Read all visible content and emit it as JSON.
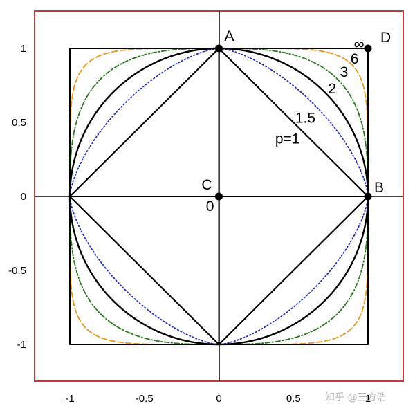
{
  "chart_data": {
    "type": "line",
    "title": "",
    "xlabel": "",
    "ylabel": "",
    "xlim": [
      -1,
      1
    ],
    "ylim": [
      -1,
      1
    ],
    "x_ticks": [
      -1,
      -0.5,
      0,
      0.5,
      1
    ],
    "y_ticks": [
      1,
      0.5,
      0,
      -0.5,
      -1
    ],
    "x_tick_labels": [
      "-1",
      "-0.5",
      "0",
      "0.5",
      "1"
    ],
    "y_tick_labels": [
      "1",
      "0.5",
      "0",
      "-0.5",
      "-1"
    ],
    "grid": false,
    "frame_color": "#c8373b",
    "series": [
      {
        "p": 1,
        "label": "p=1",
        "color": "#000000",
        "style": "solid",
        "label_anchor": [
          0.46,
          0.39
        ]
      },
      {
        "p": 1.5,
        "label": "1.5",
        "color": "#1f2fbf",
        "style": "dotted",
        "label_anchor": [
          0.58,
          0.53
        ]
      },
      {
        "p": 2,
        "label": "2",
        "color": "#000000",
        "style": "solid-bold",
        "label_anchor": [
          0.76,
          0.73
        ]
      },
      {
        "p": 3,
        "label": "3",
        "color": "#2a7a1f",
        "style": "dashdot",
        "label_anchor": [
          0.84,
          0.84
        ]
      },
      {
        "p": 6,
        "label": "6",
        "color": "#e8961e",
        "style": "dashed",
        "label_anchor": [
          0.91,
          0.93
        ]
      },
      {
        "p": "inf",
        "label": "∞",
        "color": "#000000",
        "style": "solid",
        "label_anchor": [
          0.94,
          1.03
        ]
      }
    ],
    "inner_diamond": {
      "color": "#000000",
      "note": "rhombus A-B-(0,-1)-(-1,0) with segments to C"
    },
    "points": [
      {
        "name": "A",
        "x": 0,
        "y": 1
      },
      {
        "name": "B",
        "x": 1,
        "y": 0
      },
      {
        "name": "C",
        "x": 0,
        "y": 0
      },
      {
        "name": "D",
        "x": 1,
        "y": 1
      }
    ],
    "annotations": [
      {
        "text": "0",
        "x": -0.06,
        "y": -0.06
      }
    ]
  },
  "watermark": "知乎 @王方浩"
}
